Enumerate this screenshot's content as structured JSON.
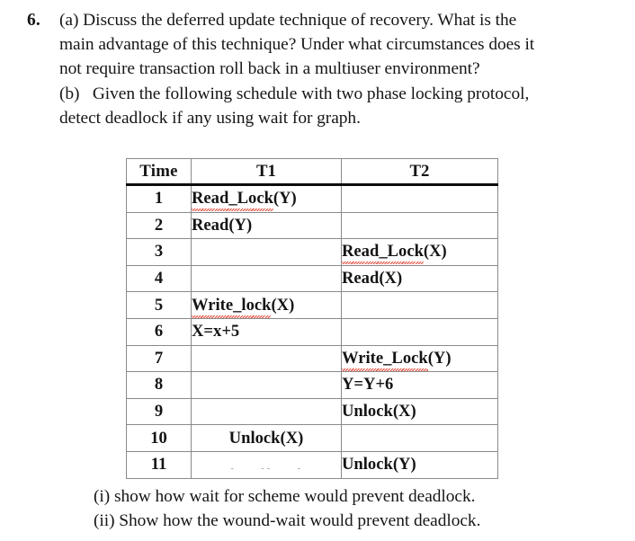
{
  "question": {
    "number": "6.",
    "part_a_lines": [
      "(a) Discuss the deferred update technique of recovery. What is the",
      "main advantage of this technique? Under what circumstances does it",
      "not require transaction roll back in a multiuser environment?"
    ],
    "part_b_lines": [
      "(b)   Given the following schedule with two phase locking protocol,",
      "detect deadlock if any using wait for graph."
    ]
  },
  "schedule_table": {
    "headers": [
      "Time",
      "T1",
      "T2"
    ],
    "rows": [
      {
        "time": "1",
        "t1": "Read_Lock(Y)",
        "t2": "",
        "t1_misspelled": "Read_Lock",
        "t2_misspelled": ""
      },
      {
        "time": "2",
        "t1": "Read(Y)",
        "t2": "",
        "t1_misspelled": "",
        "t2_misspelled": ""
      },
      {
        "time": "3",
        "t1": "",
        "t2": "Read_Lock(X)",
        "t1_misspelled": "",
        "t2_misspelled": "Read_Lock"
      },
      {
        "time": "4",
        "t1": "",
        "t2": "Read(X)",
        "t1_misspelled": "",
        "t2_misspelled": ""
      },
      {
        "time": "5",
        "t1": "Write_lock(X)",
        "t2": "",
        "t1_misspelled": "Write_lock",
        "t2_misspelled": ""
      },
      {
        "time": "6",
        "t1": "X=x+5",
        "t2": "",
        "t1_misspelled": "",
        "t2_misspelled": ""
      },
      {
        "time": "7",
        "t1": "",
        "t2": "Write_Lock(Y)",
        "t1_misspelled": "",
        "t2_misspelled": "Write_Lock"
      },
      {
        "time": "8",
        "t1": "",
        "t2": "Y=Y+6",
        "t1_misspelled": "",
        "t2_misspelled": ""
      },
      {
        "time": "9",
        "t1": "",
        "t2": "Unlock(X)",
        "t1_misspelled": "",
        "t2_misspelled": ""
      },
      {
        "time": "10",
        "t1": "Unlock(X)",
        "t2": "",
        "t1_misspelled": "",
        "t2_misspelled": "",
        "t1_center": true
      },
      {
        "time": "11",
        "t1": "",
        "t2": "Unlock(Y)",
        "t1_misspelled": "",
        "t2_misspelled": ""
      }
    ]
  },
  "clipped_text_artifact": ". .          .    ..    .",
  "sub_questions": [
    "(i) show how wait for scheme would prevent deadlock.",
    "(ii) Show how the wound-wait would prevent deadlock."
  ],
  "colors": {
    "text": "#161616",
    "table_border": "#8a8a8a",
    "header_rule": "#0d0d0d",
    "spellcheck_underline": "#e03a28",
    "background": "#ffffff"
  }
}
